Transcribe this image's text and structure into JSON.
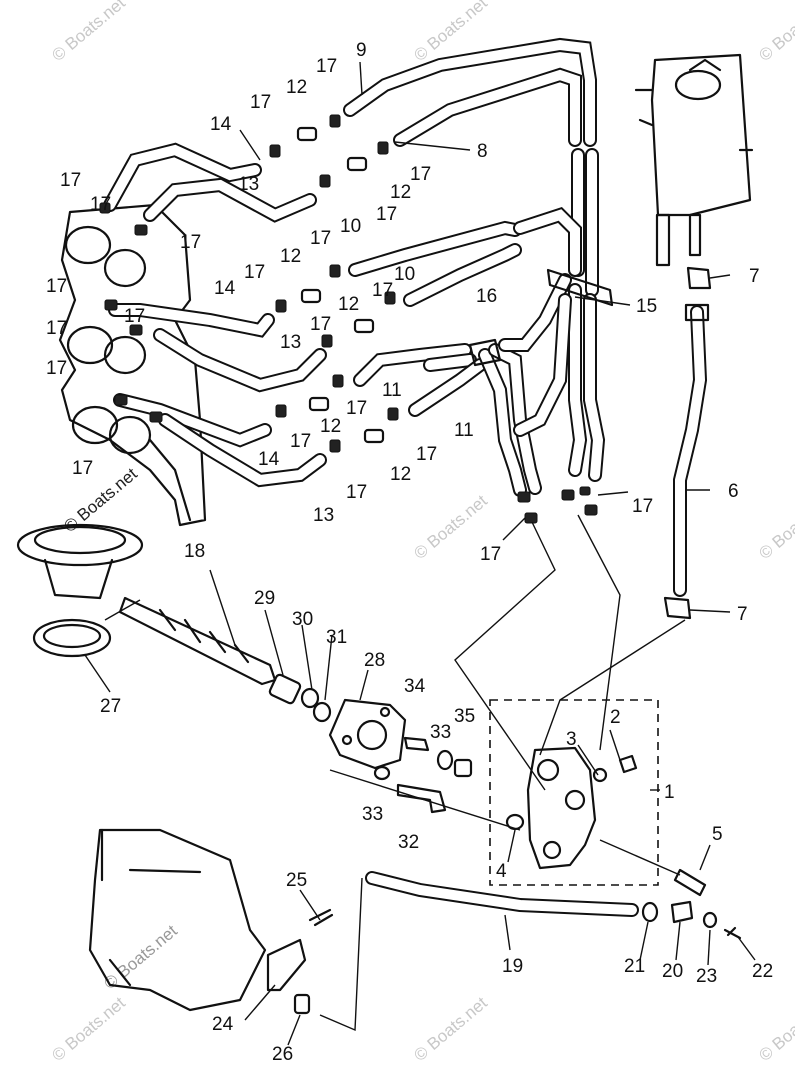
{
  "watermark": "© Boats.net",
  "callouts": {
    "c1": "1",
    "c2": "2",
    "c3": "3",
    "c4": "4",
    "c5": "5",
    "c6": "6",
    "c7a": "7",
    "c7b": "7",
    "c8": "8",
    "c9": "9",
    "c10a": "10",
    "c10b": "10",
    "c11a": "11",
    "c11b": "11",
    "c12a": "12",
    "c12b": "12",
    "c12c": "12",
    "c12d": "12",
    "c12e": "12",
    "c12f": "12",
    "c13a": "13",
    "c13b": "13",
    "c13c": "13",
    "c14a": "14",
    "c14b": "14",
    "c14c": "14",
    "c15": "15",
    "c16": "16",
    "c17a": "17",
    "c17b": "17",
    "c17c": "17",
    "c17d": "17",
    "c17e": "17",
    "c17f": "17",
    "c17g": "17",
    "c17h": "17",
    "c17i": "17",
    "c17j": "17",
    "c17k": "17",
    "c17l": "17",
    "c17m": "17",
    "c17n": "17",
    "c17o": "17",
    "c17p": "17",
    "c17q": "17",
    "c17r": "17",
    "c17s": "17",
    "c17t": "17",
    "c17u": "17",
    "c17v": "17",
    "c18": "18",
    "c19": "19",
    "c20": "20",
    "c21": "21",
    "c22": "22",
    "c23": "23",
    "c24": "24",
    "c25": "25",
    "c26": "26",
    "c27": "27",
    "c28": "28",
    "c29": "29",
    "c30": "30",
    "c31": "31",
    "c32": "32",
    "c33a": "33",
    "c33b": "33",
    "c34": "34",
    "c35": "35"
  }
}
